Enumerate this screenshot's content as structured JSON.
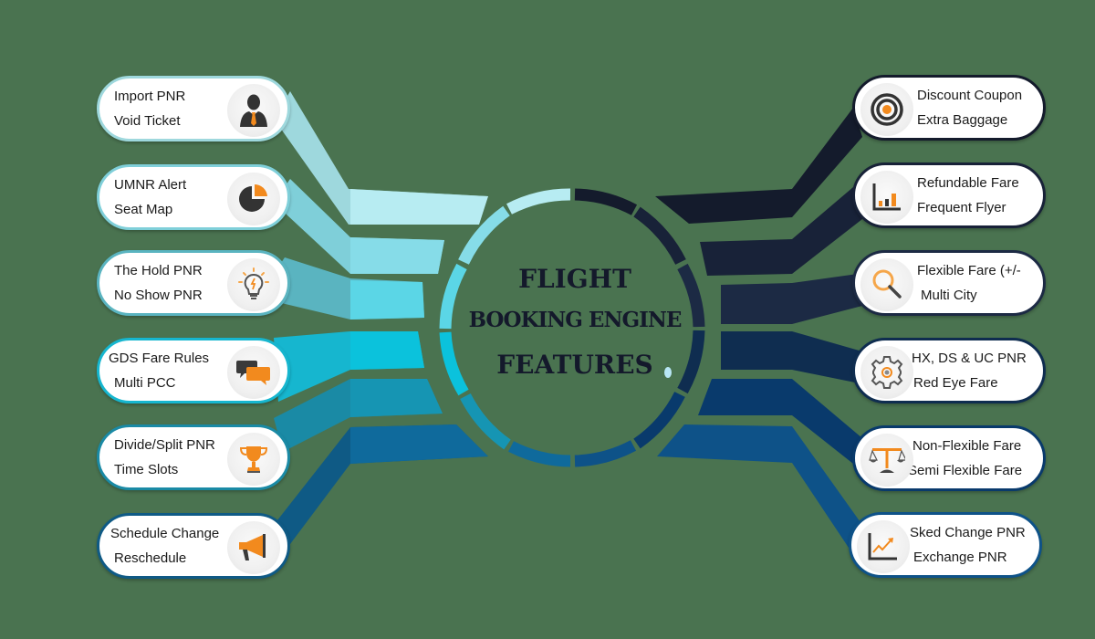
{
  "title": {
    "line1": "FLIGHT",
    "line2": "BOOKING ENGINE",
    "line3": "FEATURES",
    "color": "#14192b"
  },
  "background_color": "#4a7350",
  "left_features": [
    {
      "line1": "Import PNR",
      "line2": "Void Ticket",
      "icon": "businessman-icon",
      "color": "#9ed8dd"
    },
    {
      "line1": "UMNR Alert",
      "line2": "Seat Map",
      "icon": "pie-chart-icon",
      "color": "#7fcfd9"
    },
    {
      "line1": "The Hold PNR",
      "line2": "No Show PNR",
      "icon": "lightbulb-icon",
      "color": "#5ab4c0"
    },
    {
      "line1": "GDS Fare Rules",
      "line2": "Multi PCC",
      "icon": "chat-bubbles-icon",
      "color": "#16b6cf"
    },
    {
      "line1": "Divide/Split PNR",
      "line2": "Time Slots",
      "icon": "trophy-icon",
      "color": "#1a8aa5"
    },
    {
      "line1": "Schedule Change",
      "line2": "Reschedule",
      "icon": "megaphone-icon",
      "color": "#0f5a85"
    }
  ],
  "right_features": [
    {
      "line1": "Discount Coupon",
      "line2": "Extra Baggage",
      "icon": "target-icon",
      "color": "#141b2c"
    },
    {
      "line1": "Refundable Fare",
      "line2": "Frequent Flyer",
      "icon": "bar-chart-icon",
      "color": "#182238"
    },
    {
      "line1": "Flexible Fare (+/-",
      "line2": "Multi City",
      "icon": "magnifier-icon",
      "color": "#1c2a44"
    },
    {
      "line1": "HX, DS & UC PNR",
      "line2": "Red Eye Fare",
      "icon": "gear-icon",
      "color": "#0f2d50"
    },
    {
      "line1": "Non-Flexible Fare",
      "line2": "Semi Flexible Fare",
      "icon": "scales-icon",
      "color": "#093a6c"
    },
    {
      "line1": "Sked Change PNR",
      "line2": "Exchange PNR",
      "icon": "growth-chart-icon",
      "color": "#0e5288"
    }
  ],
  "accent_color": "#f28a1e",
  "icon_dark": "#3a3a3a"
}
